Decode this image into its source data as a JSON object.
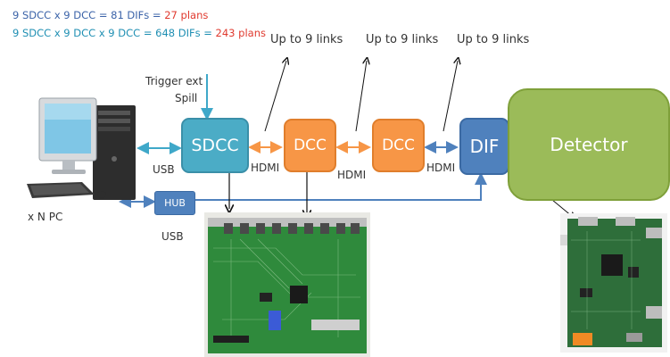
{
  "formulas": {
    "line1_black": "9 SDCC x 9 DCC = 81 DIFs = ",
    "line1_red": "27 plans",
    "line2_black": "9 SDCC x 9 DCC x 9 DCC = 648 DIFs = ",
    "line2_red": "243 plans"
  },
  "labels": {
    "links1": "Up to 9 links",
    "links2": "Up to 9 links",
    "links3": "Up to 9 links",
    "trigger_line1": "Trigger ext",
    "trigger_line2": "Spill",
    "usb_sdcc": "USB",
    "usb_hub": "USB",
    "hdmi1": "HDMI",
    "hdmi2": "HDMI",
    "hdmi3": "HDMI",
    "pc": "x N PC"
  },
  "boxes": {
    "sdcc": "SDCC",
    "dcc1": "DCC",
    "dcc2": "DCC",
    "dif": "DIF",
    "detector": "Detector",
    "hub": "HUB"
  },
  "colors": {
    "sdcc": "#4bacc6",
    "dcc": "#f79646",
    "dif": "#4f81bd",
    "detector": "#9bbb59",
    "hub": "#4f81bd",
    "formula_line1": "#3b63a8",
    "formula_line2": "#1f8fb3",
    "formula_red": "#e03a2f"
  }
}
